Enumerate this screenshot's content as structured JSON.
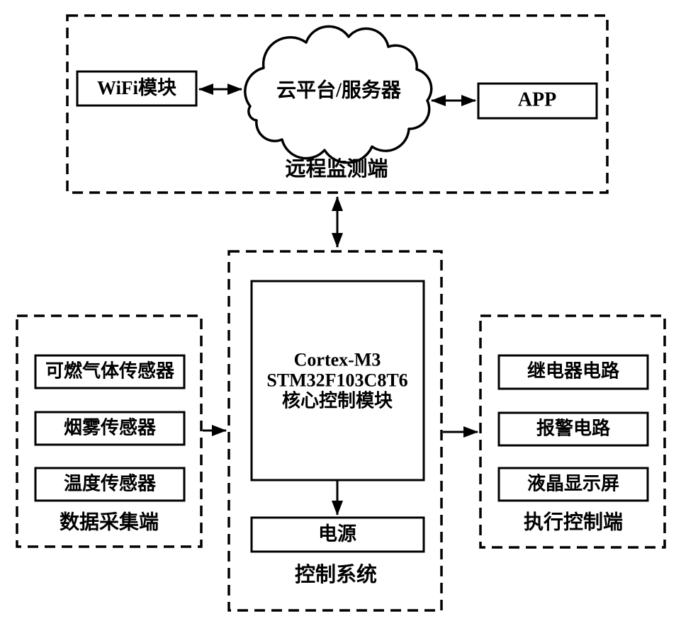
{
  "palette": {
    "line": "#000000",
    "background": "#ffffff",
    "text": "#000000"
  },
  "diagram": {
    "remote_section": {
      "label": "远程监测端",
      "wifi_module": "WiFi模块",
      "cloud_server": "云平台/服务器",
      "app": "APP"
    },
    "control_section": {
      "label": "控制系统",
      "core_lines": [
        "Cortex-M3",
        "STM32F103C8T6",
        "核心控制模块"
      ],
      "power": "电源"
    },
    "collection_section": {
      "label": "数据采集端",
      "sensors": [
        "可燃气体传感器",
        "烟雾传感器",
        "温度传感器"
      ]
    },
    "execution_section": {
      "label": "执行控制端",
      "devices": [
        "继电器电路",
        "报警电路",
        "液晶显示屏"
      ]
    }
  }
}
